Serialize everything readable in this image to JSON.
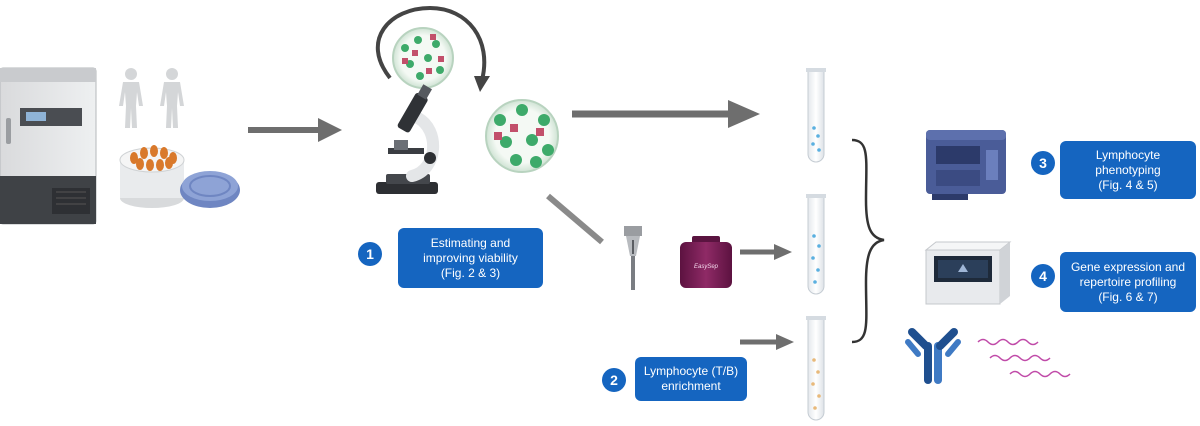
{
  "steps": [
    {
      "number": "1",
      "lines": [
        "Estimating and",
        "improving viability",
        "(Fig. 2 & 3)"
      ]
    },
    {
      "number": "2",
      "lines": [
        "Lymphocyte (T/B)",
        "enrichment"
      ]
    },
    {
      "number": "3",
      "lines": [
        "Lymphocyte",
        "phenotyping",
        "(Fig. 4 & 5)"
      ]
    },
    {
      "number": "4",
      "lines": [
        "Gene expression and",
        "repertoire profiling",
        "(Fig. 6 & 7)"
      ]
    }
  ],
  "device_label": "EasySep",
  "colors": {
    "step_blue": "#1565c0",
    "arrow_gray": "#6e6e6e",
    "cell_green": "#3daa6a",
    "cell_red": "#c2506b",
    "magnet_purple": "#7a1d55",
    "sequence_pink": "#c04aa8"
  }
}
